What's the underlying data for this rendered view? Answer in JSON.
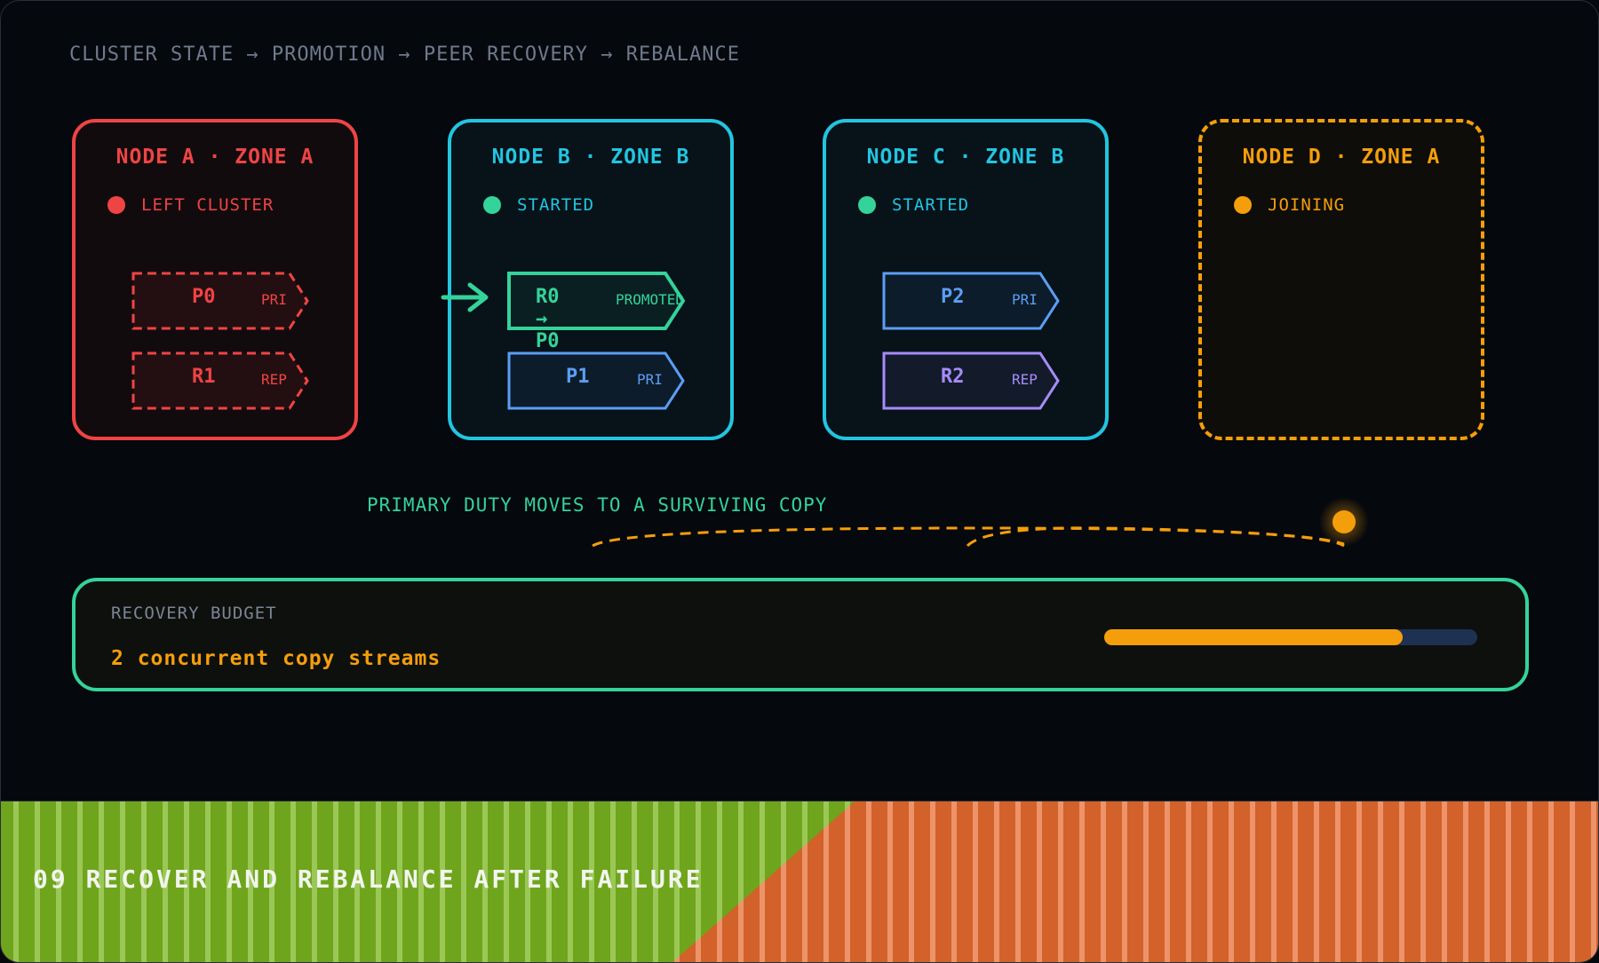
{
  "breadcrumb": "CLUSTER STATE → PROMOTION → PEER RECOVERY → REBALANCE",
  "nodes": [
    {
      "title": "NODE A · ZONE A",
      "status": "LEFT CLUSTER",
      "color": "#ef4444",
      "border": "solid",
      "shards": [
        {
          "name": "P0",
          "role": "PRI",
          "style": "dashed",
          "color": "#ef4444"
        },
        {
          "name": "R1",
          "role": "REP",
          "style": "dashed",
          "color": "#ef4444"
        }
      ]
    },
    {
      "title": "NODE B · ZONE B",
      "status": "STARTED",
      "color": "#22c5e0",
      "border": "solid",
      "shards": [
        {
          "name": "R0 → P0",
          "role": "PROMOTED",
          "style": "solid",
          "color": "#34d39a"
        },
        {
          "name": "P1",
          "role": "PRI",
          "style": "solid",
          "color": "#5b9ef5"
        }
      ]
    },
    {
      "title": "NODE C · ZONE B",
      "status": "STARTED",
      "color": "#22c5e0",
      "border": "solid",
      "shards": [
        {
          "name": "P2",
          "role": "PRI",
          "style": "solid",
          "color": "#5b9ef5"
        },
        {
          "name": "R2",
          "role": "REP",
          "style": "solid",
          "color": "#a78bfa"
        }
      ]
    },
    {
      "title": "NODE D · ZONE A",
      "status": "JOINING",
      "color": "#f59e0b",
      "border": "dashed",
      "shards": []
    }
  ],
  "status_dot_colors": [
    "#ef4444",
    "#34d39a",
    "#34d39a",
    "#f59e0b"
  ],
  "promotion_note": "PRIMARY DUTY MOVES TO A SURVIVING COPY",
  "budget": {
    "label": "RECOVERY BUDGET",
    "value": "2 concurrent copy streams",
    "progress": 0.8
  },
  "banner": {
    "title": "09 RECOVER AND REBALANCE AFTER FAILURE",
    "color_left": "#6ea51c",
    "color_right": "#d2612a"
  },
  "colors": {
    "background": "#05080d",
    "accent_green": "#34d39a",
    "accent_amber": "#f59e0b"
  }
}
